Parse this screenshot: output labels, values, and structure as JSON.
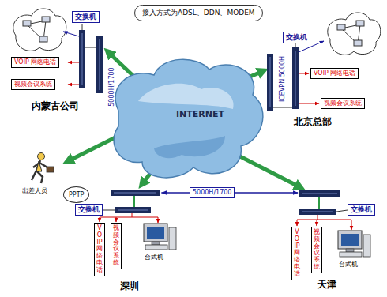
{
  "diagram": {
    "nodes": [
      {
        "text": [
          "接入方式为ADSL、DDN、MODEM"
        ]
      },
      {
        "text": [
          "INTERNET"
        ]
      },
      {
        "text": [
          "交换机"
        ]
      },
      {
        "text": [
          "VOIP 网络电话"
        ]
      },
      {
        "text": [
          "视频会议系统"
        ]
      },
      {
        "text": [
          "交换机"
        ]
      },
      {
        "text": [
          "VOIP 网络电话"
        ]
      },
      {
        "text": [
          "视频会议系统"
        ]
      },
      {
        "text": [
          "PPTP"
        ]
      },
      {
        "text": [
          "交换机"
        ]
      },
      {
        "text": [
          "5000H/1700"
        ]
      },
      {
        "text": [
          "VOIP网络电话"
        ]
      },
      {
        "text": [
          "视频会议系统"
        ]
      },
      {
        "text": [
          "交换机"
        ]
      },
      {
        "text": [
          "VOIP网络电话"
        ]
      },
      {
        "text": [
          "视频会议系统"
        ]
      }
    ],
    "labels": [
      "内蒙古公司",
      "5000H/1700",
      "ICEVPN 5000H",
      "北京总部",
      "出差人员",
      "台式机",
      "深圳",
      "台式机",
      "天津"
    ]
  }
}
